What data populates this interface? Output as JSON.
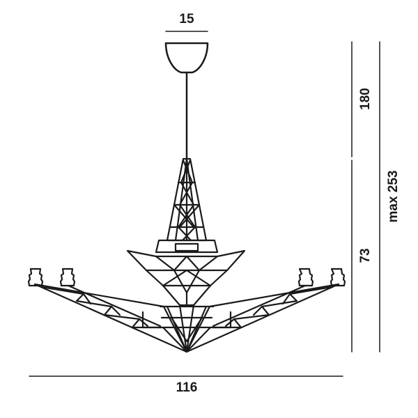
{
  "dimensions": {
    "canopy_width": "15",
    "cable_length": "180",
    "fixture_height": "73",
    "total_height": "max 253",
    "fixture_width": "116"
  },
  "colors": {
    "ink": "#1a1a1a",
    "background": "#ffffff"
  }
}
